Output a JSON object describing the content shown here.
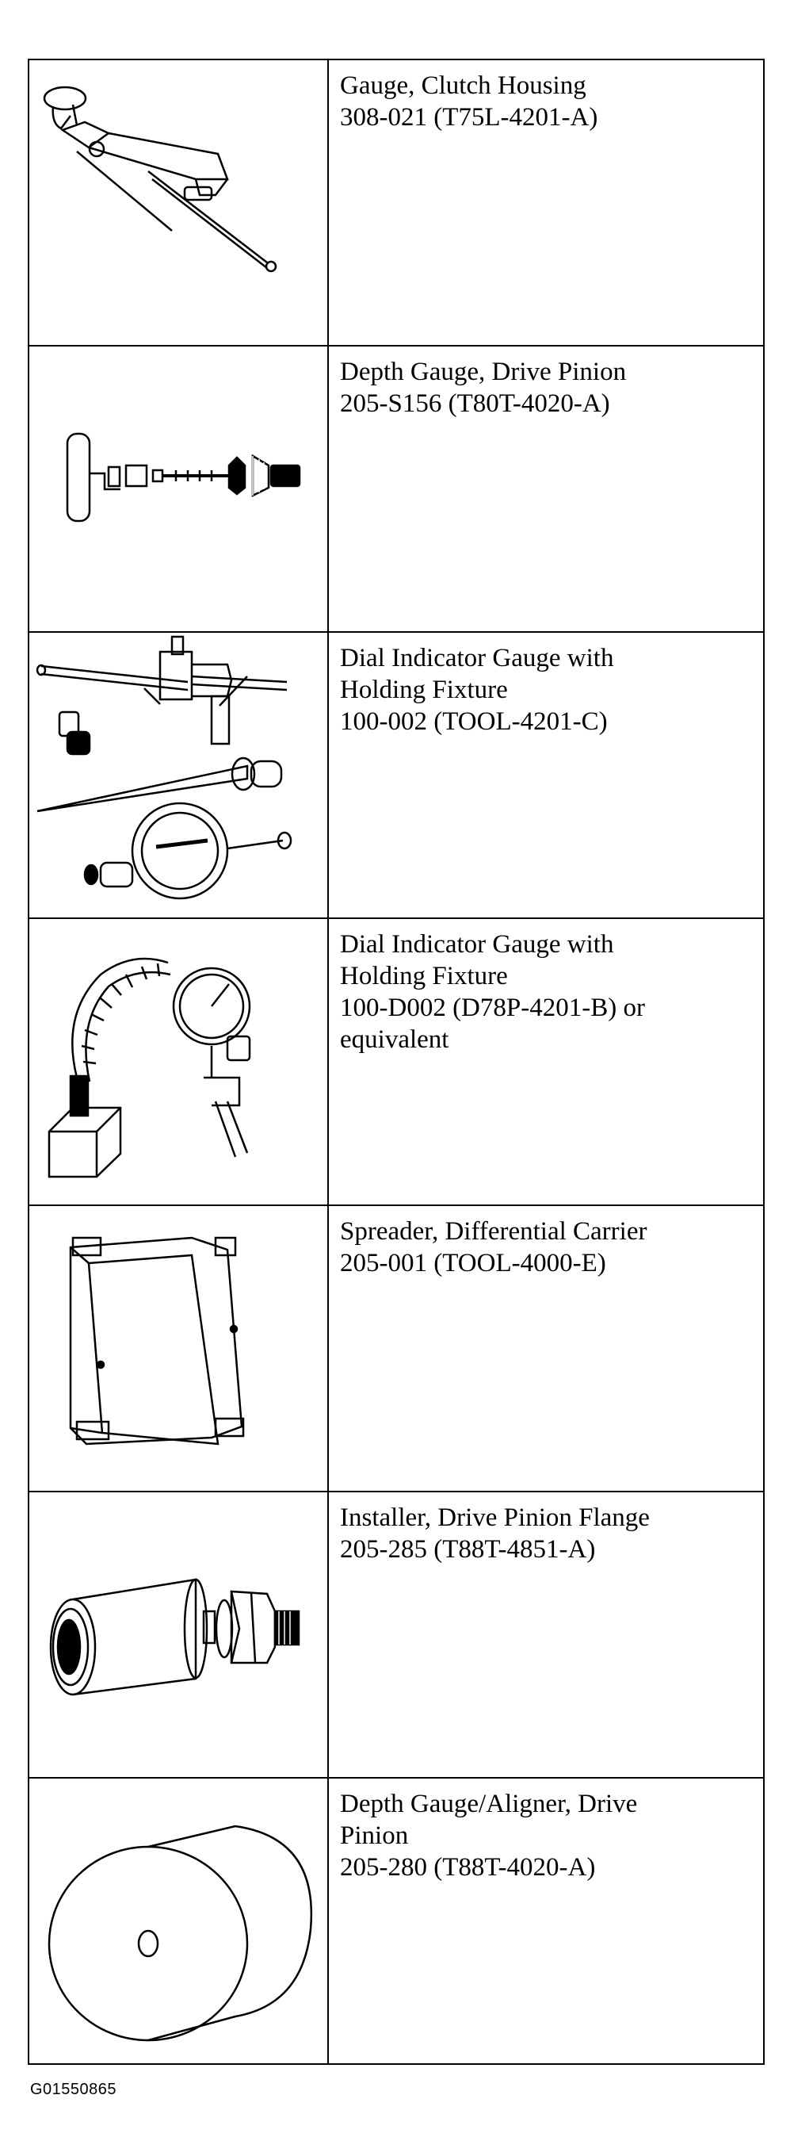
{
  "tools": [
    {
      "icon": "clutch-housing-gauge-icon",
      "lines": [
        "Gauge, Clutch Housing",
        "308-021 (T75L-4201-A)"
      ]
    },
    {
      "icon": "drive-pinion-depth-gauge-icon",
      "lines": [
        "Depth Gauge, Drive Pinion",
        "205-S156 (T80T-4020-A)"
      ]
    },
    {
      "icon": "dial-indicator-holding-fixture-icon",
      "lines": [
        "Dial Indicator Gauge with",
        "Holding Fixture",
        "100-002 (TOOL-4201-C)"
      ]
    },
    {
      "icon": "magnetic-base-dial-indicator-icon",
      "lines": [
        "Dial Indicator Gauge with",
        "Holding Fixture",
        "100-D002 (D78P-4201-B) or",
        "equivalent"
      ]
    },
    {
      "icon": "differential-carrier-spreader-icon",
      "lines": [
        "Spreader, Differential Carrier",
        "205-001 (TOOL-4000-E)"
      ]
    },
    {
      "icon": "pinion-flange-installer-icon",
      "lines": [
        "Installer, Drive Pinion Flange",
        "205-285 (T88T-4851-A)"
      ]
    },
    {
      "icon": "depth-gauge-aligner-icon",
      "lines": [
        "Depth Gauge/Aligner, Drive",
        "Pinion",
        "205-280 (T88T-4020-A)"
      ]
    }
  ],
  "figure_id": "G01550865"
}
